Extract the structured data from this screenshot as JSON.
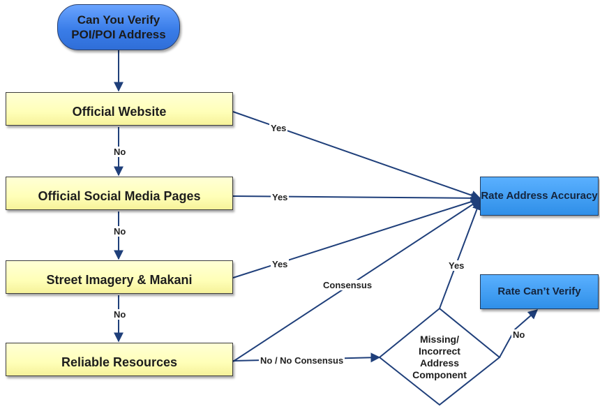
{
  "start": {
    "label": "Can You Verify POI/POI Address"
  },
  "steps": [
    {
      "label": "Official Website"
    },
    {
      "label": "Official Social Media Pages"
    },
    {
      "label": "Street Imagery & Makani"
    },
    {
      "label": "Reliable Resources"
    }
  ],
  "decision": {
    "label": "Missing/ Incorrect Address Component"
  },
  "outcomes": {
    "rate_accuracy": "Rate Address Accuracy",
    "cant_verify": "Rate Can’t Verify"
  },
  "edge_labels": {
    "no_1": "No",
    "no_2": "No",
    "no_3": "No",
    "yes_1": "Yes",
    "yes_2": "Yes",
    "yes_3": "Yes",
    "consensus": "Consensus",
    "no_consensus": "No / No Consensus",
    "decision_yes": "Yes",
    "decision_no": "No"
  },
  "colors": {
    "connector": "#1f3f7a",
    "start_fill": "#3a7de8",
    "step_fill": "#ffffb8",
    "outcome_fill": "#2f8fe8"
  }
}
